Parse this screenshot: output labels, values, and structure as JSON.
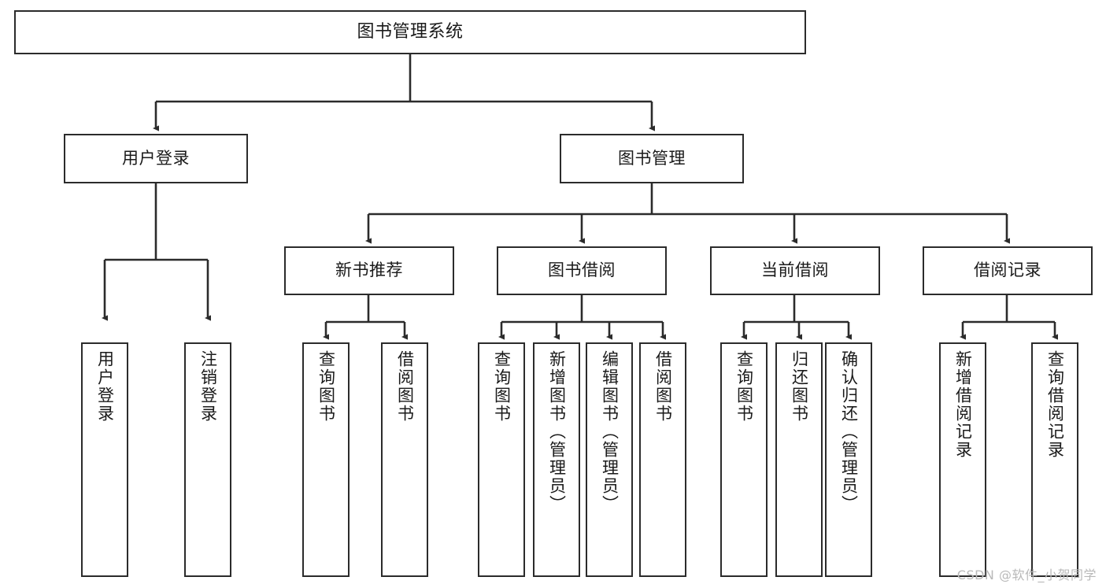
{
  "diagram": {
    "title": "图书管理系统",
    "watermark": "CSDN @软件_小贺同学",
    "line_color": "#2b2b2b",
    "box_border_color": "#2b2b2b",
    "box_fill_color": "#ffffff",
    "text_color": "#1a1a1a"
  },
  "root": {
    "label": "图书管理系统"
  },
  "level2": [
    {
      "label": "用户登录"
    },
    {
      "label": "图书管理"
    }
  ],
  "level3": [
    {
      "label": "新书推荐"
    },
    {
      "label": "图书借阅"
    },
    {
      "label": "当前借阅"
    },
    {
      "label": "借阅记录"
    }
  ],
  "leaves": {
    "user_login": [
      {
        "label": "用户登录"
      },
      {
        "label": "注销登录"
      }
    ],
    "new_book_recommend": [
      {
        "label": "查询图书"
      },
      {
        "label": "借阅图书"
      }
    ],
    "book_borrow": [
      {
        "label": "查询图书"
      },
      {
        "label": "新增图书（管理员）"
      },
      {
        "label": "编辑图书（管理员）"
      },
      {
        "label": "借阅图书"
      }
    ],
    "current_borrow": [
      {
        "label": "查询图书"
      },
      {
        "label": "归还图书"
      },
      {
        "label": "确认归还（管理员）"
      }
    ],
    "borrow_record": [
      {
        "label": "新增借阅记录"
      },
      {
        "label": "查询借阅记录"
      }
    ]
  }
}
